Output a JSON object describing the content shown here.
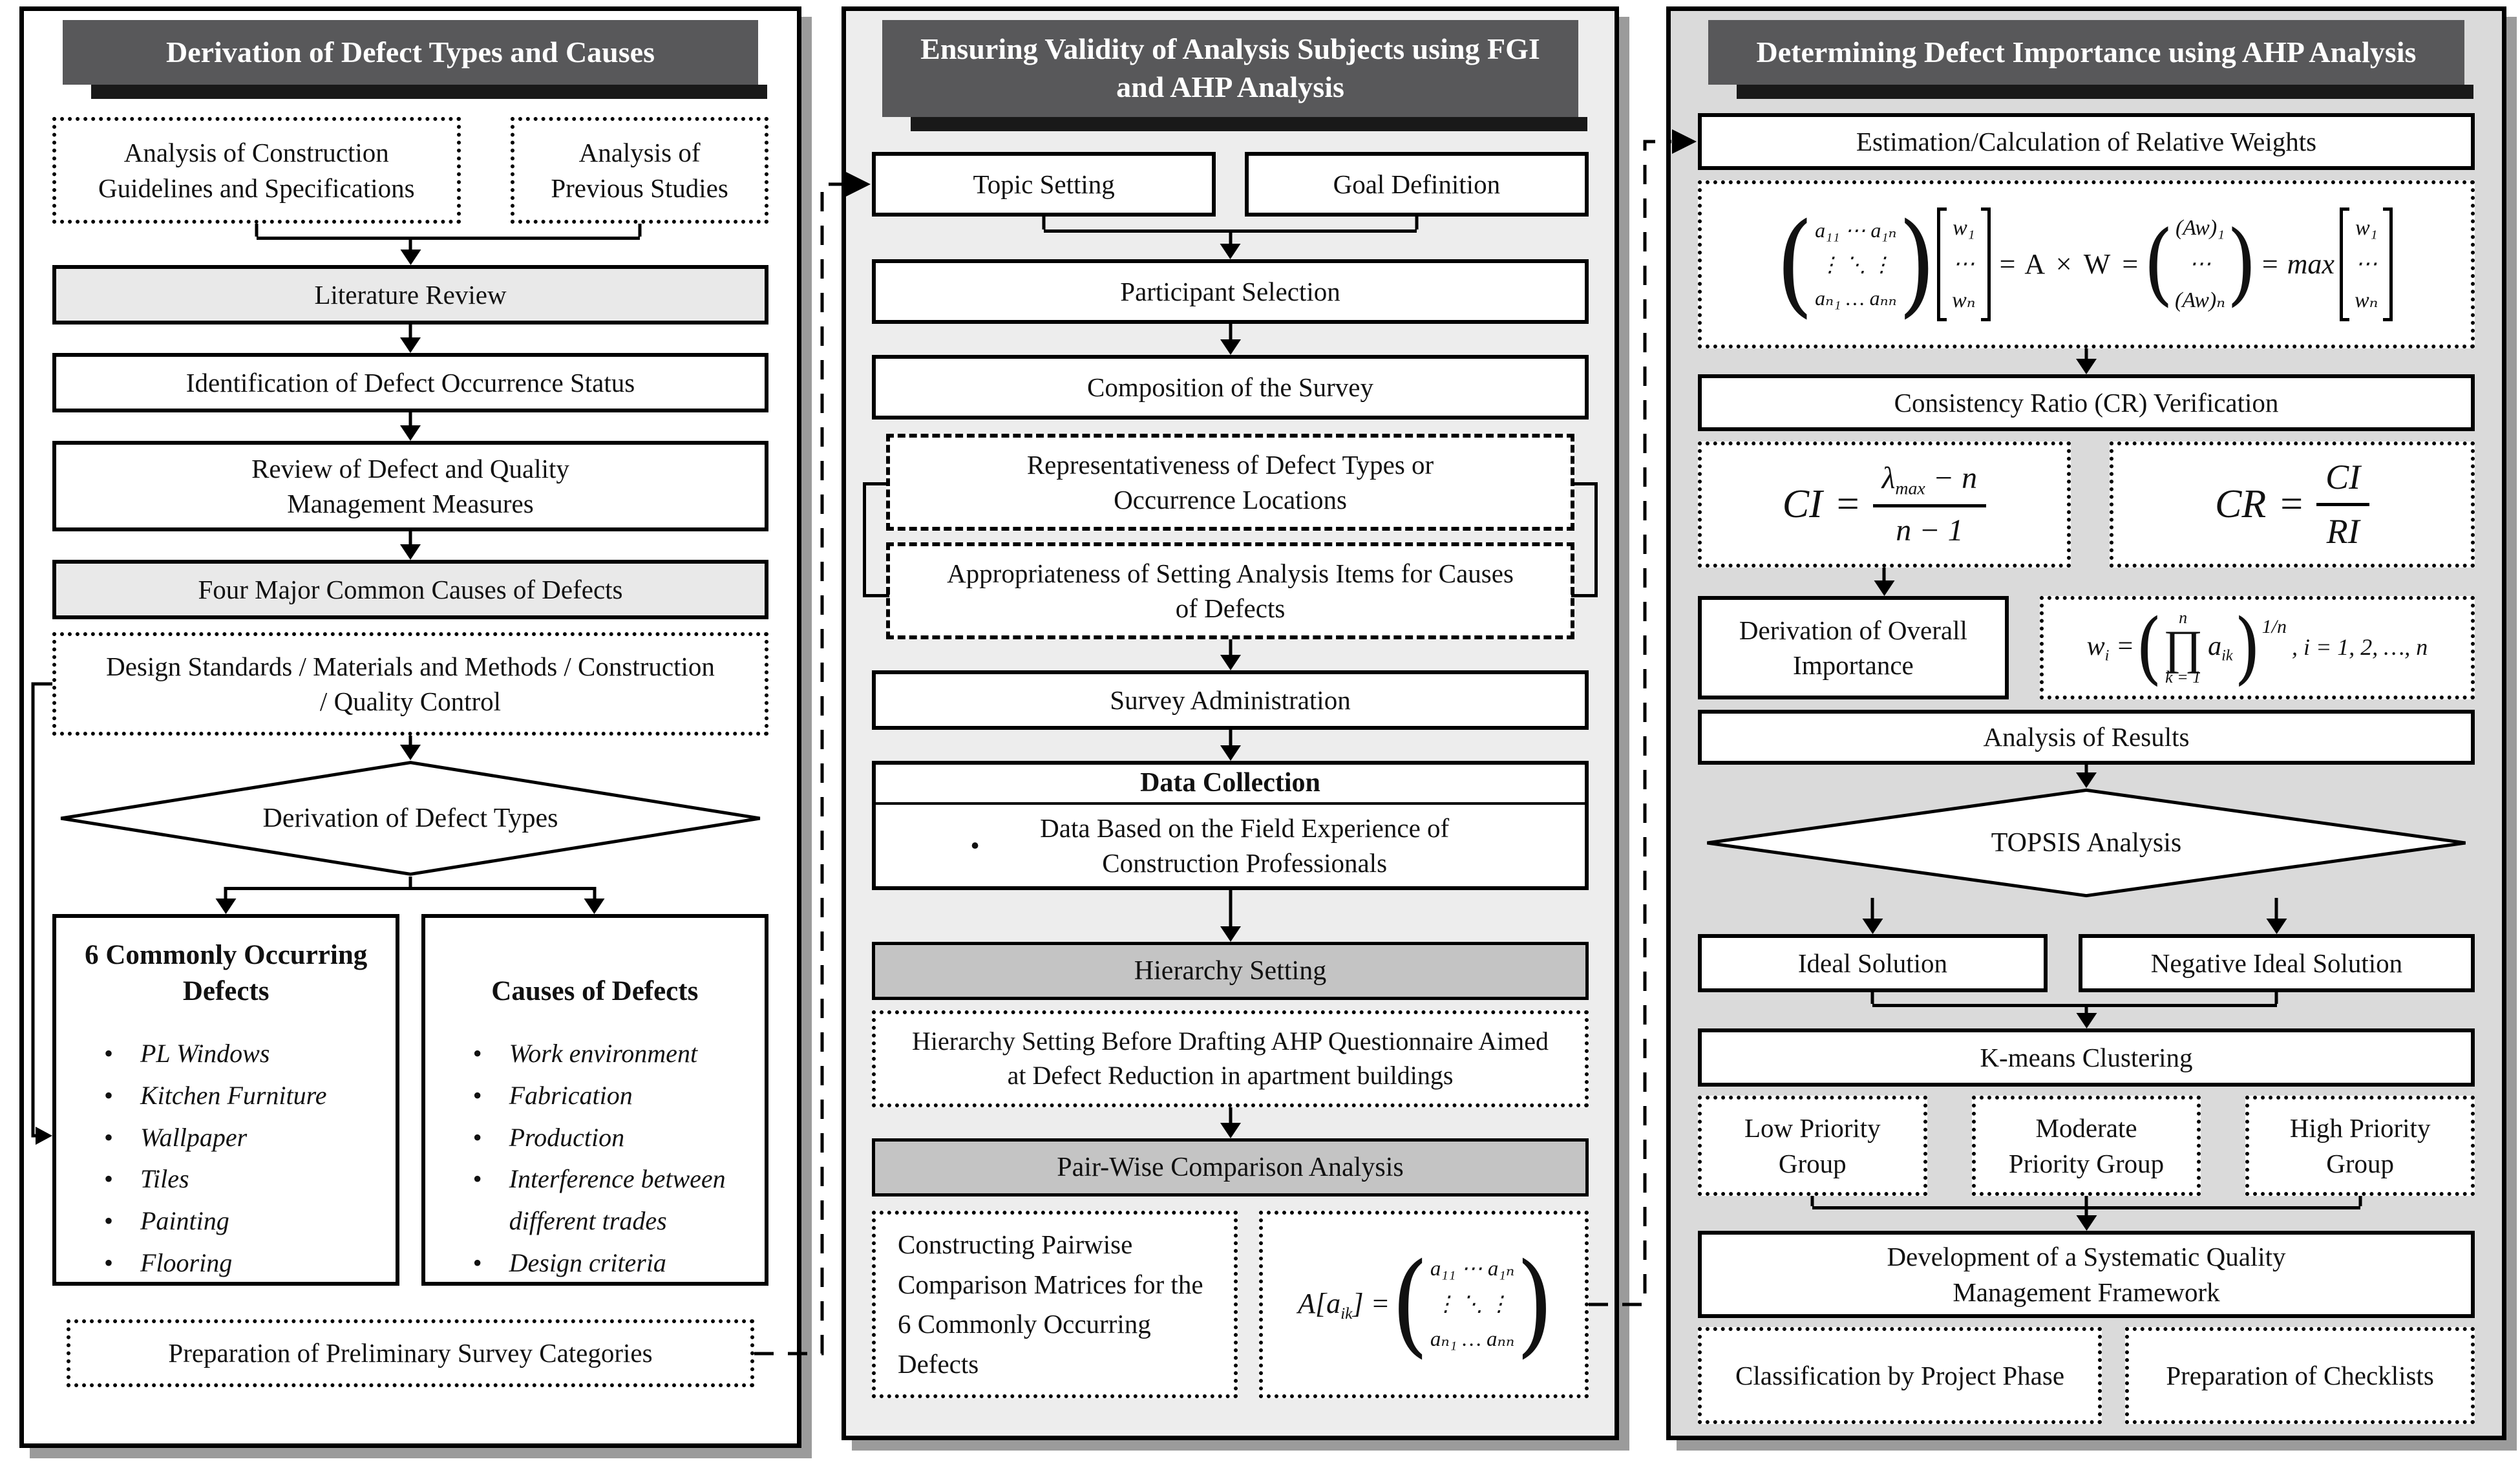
{
  "colors": {
    "title_bar_bg": "#58585a",
    "title_bar_shadow": "#191919",
    "panel_left_bg": "#ffffff",
    "panel_middle_bg": "#ededed",
    "panel_right_bg": "#dadada",
    "gray_bar_bg": "#c4c4c4",
    "gray_box_bg": "#e9e9e9",
    "line_color": "#000000"
  },
  "left": {
    "title": "Derivation of Defect Types and Causes",
    "source_box_1": "Analysis of Construction Guidelines and Specifications",
    "source_box_2": "Analysis of Previous Studies",
    "literature_review": "Literature Review",
    "identification": "Identification of Defect Occurrence Status",
    "review_measures": "Review of Defect and Quality Management Measures",
    "four_causes": "Four Major Common Causes of Defects",
    "design_standards": "Design Standards / Materials and Methods / Construction / Quality Control",
    "diamond": "Derivation of Defect Types",
    "defects": {
      "title": "6 Commonly Occurring Defects",
      "items": [
        "PL Windows",
        "Kitchen Furniture",
        "Wallpaper",
        "Tiles",
        "Painting",
        "Flooring"
      ]
    },
    "causes": {
      "title": "Causes of Defects",
      "items": [
        "Work environment",
        "Fabrication",
        "Production",
        "Interference between different trades",
        "Design criteria"
      ]
    },
    "preparation": "Preparation of Preliminary Survey Categories"
  },
  "middle": {
    "title": "Ensuring Validity of Analysis Subjects using FGI and AHP Analysis",
    "topic": "Topic Setting",
    "goal": "Goal Definition",
    "participant": "Participant Selection",
    "composition": "Composition of the Survey",
    "representativeness": "Representativeness of Defect Types or Occurrence Locations",
    "appropriateness": "Appropriateness of Setting Analysis Items for Causes of Defects",
    "survey_admin": "Survey Administration",
    "data_collection_title": "Data Collection",
    "data_collection_bullet": "Data Based on the Field Experience of Construction Professionals",
    "hierarchy_bar": "Hierarchy Setting",
    "hierarchy_note": "Hierarchy Setting Before Drafting AHP Questionnaire Aimed at Defect Reduction in apartment buildings",
    "pairwise_bar": "Pair-Wise Comparison Analysis",
    "constructing": "Constructing Pairwise Comparison Matrices for the 6 Commonly Occurring Defects"
  },
  "right": {
    "title": "Determining Defect Importance using AHP Analysis",
    "estimation": "Estimation/Calculation of Relative Weights",
    "cr_verification": "Consistency Ratio (CR) Verification",
    "derivation_importance": "Derivation of Overall Importance",
    "analysis_results": "Analysis of Results",
    "diamond": "TOPSIS Analysis",
    "ideal": "Ideal Solution",
    "negative_ideal": "Negative Ideal Solution",
    "kmeans": "K-means Clustering",
    "low_priority": "Low Priority Group",
    "moderate_priority": "Moderate Priority Group",
    "high_priority": "High Priority Group",
    "development": "Development of a Systematic Quality Management Framework",
    "classification": "Classification by Project Phase",
    "checklists": "Preparation of Checklists"
  },
  "formulas": {
    "eigen": {
      "matrix_rows": [
        "a₁₁ ⋯ a₁ₙ",
        "⋮   ⋱   ⋮",
        "aₙ₁ … aₙₙ"
      ],
      "w_rows": [
        "w₁",
        "⋯",
        "wₙ"
      ],
      "eq": "=",
      "axw": "A × W",
      "aw_rows": [
        "(Aw)₁",
        "⋯",
        "(Aw)ₙ"
      ],
      "max": "max"
    },
    "ci": {
      "lhs": "CI",
      "eq": "=",
      "num_lambda": "λ",
      "num_sub": "max",
      "num_rest": " − n",
      "den": "n − 1"
    },
    "cr": {
      "lhs": "CR",
      "eq": "=",
      "num": "CI",
      "den": "RI"
    },
    "wi": {
      "lhs": "w",
      "lhs_sub": "i",
      "eq": "=",
      "prod_top": "n",
      "prod": "∏",
      "prod_bot": "k = 1",
      "body": "a",
      "body_sub": "ik",
      "exp": "1/n",
      "tail": ", i = 1, 2, …, n"
    },
    "pair_matrix": {
      "lhs": "A[a",
      "lhs_sub": "ik",
      "rhs": "] =",
      "rows": [
        "a₁₁ ⋯ a₁ₙ",
        "⋮   ⋱   ⋮",
        "aₙ₁ … aₙₙ"
      ]
    }
  }
}
